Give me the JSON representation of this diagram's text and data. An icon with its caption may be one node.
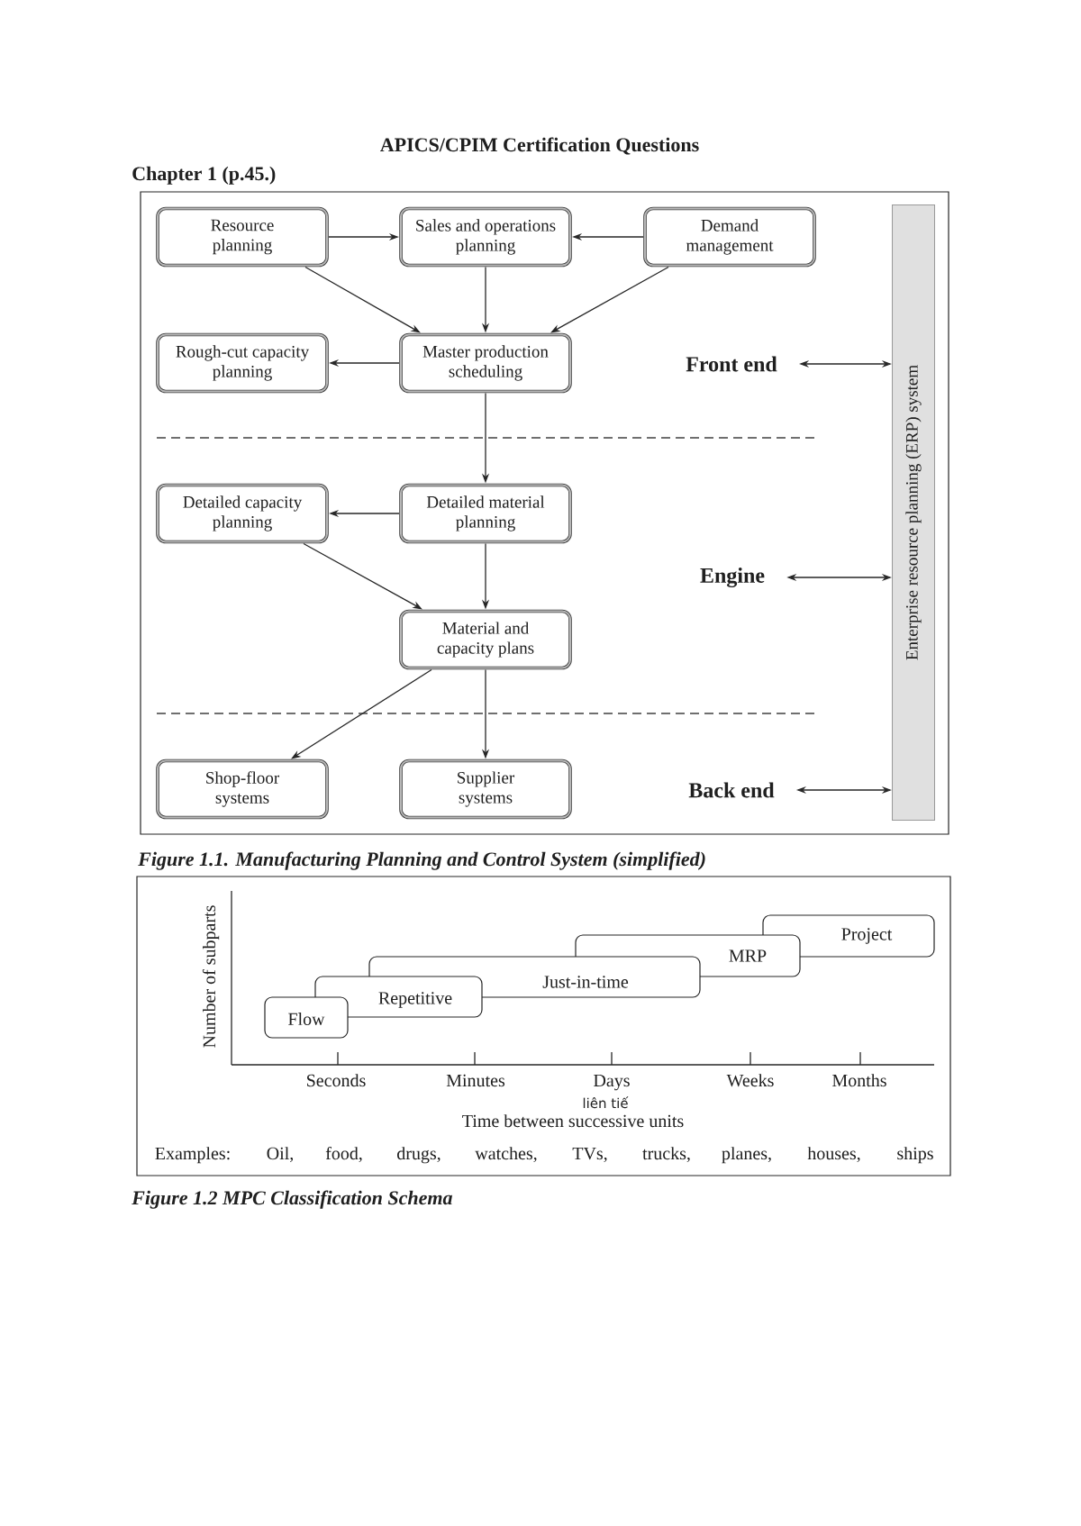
{
  "diagram": {
    "title": "APICS/CPIM Certification Questions",
    "nodes": [
      {
        "text": [
          "Resource planning"
        ]
      },
      {
        "text": [
          "Sales and operations planning"
        ]
      },
      {
        "text": [
          "Demand management"
        ]
      },
      {
        "text": [
          "Rough-cut capacity planning"
        ]
      },
      {
        "text": [
          "Master production scheduling"
        ]
      },
      {
        "text": [
          "Front end"
        ]
      },
      {
        "text": [
          "Detailed capacity planning"
        ]
      },
      {
        "text": [
          "Detailed material planning"
        ]
      },
      {
        "text": [
          "Engine"
        ]
      },
      {
        "text": [
          "Material and capacity plans"
        ]
      },
      {
        "text": [
          "Shop-floor systems"
        ]
      },
      {
        "text": [
          "Supplier systems"
        ]
      },
      {
        "text": [
          "Back end"
        ]
      },
      {
        "text": [
          "Enterprise resource planning (ERP) system"
        ]
      },
      {
        "text": [
          "Flow"
        ]
      },
      {
        "text": [
          "Repetitive"
        ]
      },
      {
        "text": [
          "Just-in-time"
        ]
      },
      {
        "text": [
          "MRP"
        ]
      },
      {
        "text": [
          "Project"
        ]
      }
    ],
    "edges": [
      {
        "from": 0,
        "to": 1,
        "arrow": "to"
      },
      {
        "from": 2,
        "to": 1,
        "arrow": "to"
      },
      {
        "from": 0,
        "to": 4,
        "arrow": "to"
      },
      {
        "from": 1,
        "to": 4,
        "arrow": "to"
      },
      {
        "from": 2,
        "to": 4,
        "arrow": "to"
      },
      {
        "from": 4,
        "to": 3,
        "arrow": "to"
      },
      {
        "from": 4,
        "to": 7,
        "arrow": "to"
      },
      {
        "from": 7,
        "to": 6,
        "arrow": "to"
      },
      {
        "from": 6,
        "to": 9,
        "arrow": "to"
      },
      {
        "from": 7,
        "to": 9,
        "arrow": "to"
      },
      {
        "from": 9,
        "to": 10,
        "arrow": "to"
      },
      {
        "from": 9,
        "to": 11,
        "arrow": "to"
      },
      {
        "from": 5,
        "to": 13,
        "arrow": "both"
      },
      {
        "from": 8,
        "to": 13,
        "arrow": "both"
      },
      {
        "from": 12,
        "to": 13,
        "arrow": "both"
      }
    ],
    "labels": [
      "Chapter 1 (p.45.)",
      "Figure 1.1. Manufacturing Planning and Control System (simplified)",
      "Number of subparts",
      "Seconds",
      "Minutes",
      "Days",
      "Weeks",
      "Months",
      "liên tiế",
      "Time between successive units",
      "Examples:",
      "Oil,",
      "food,",
      "drugs,",
      "watches,",
      "TVs,",
      "trucks,",
      "planes,",
      "houses,",
      "ships",
      "Figure 1.2 MPC Classification Schema"
    ]
  }
}
